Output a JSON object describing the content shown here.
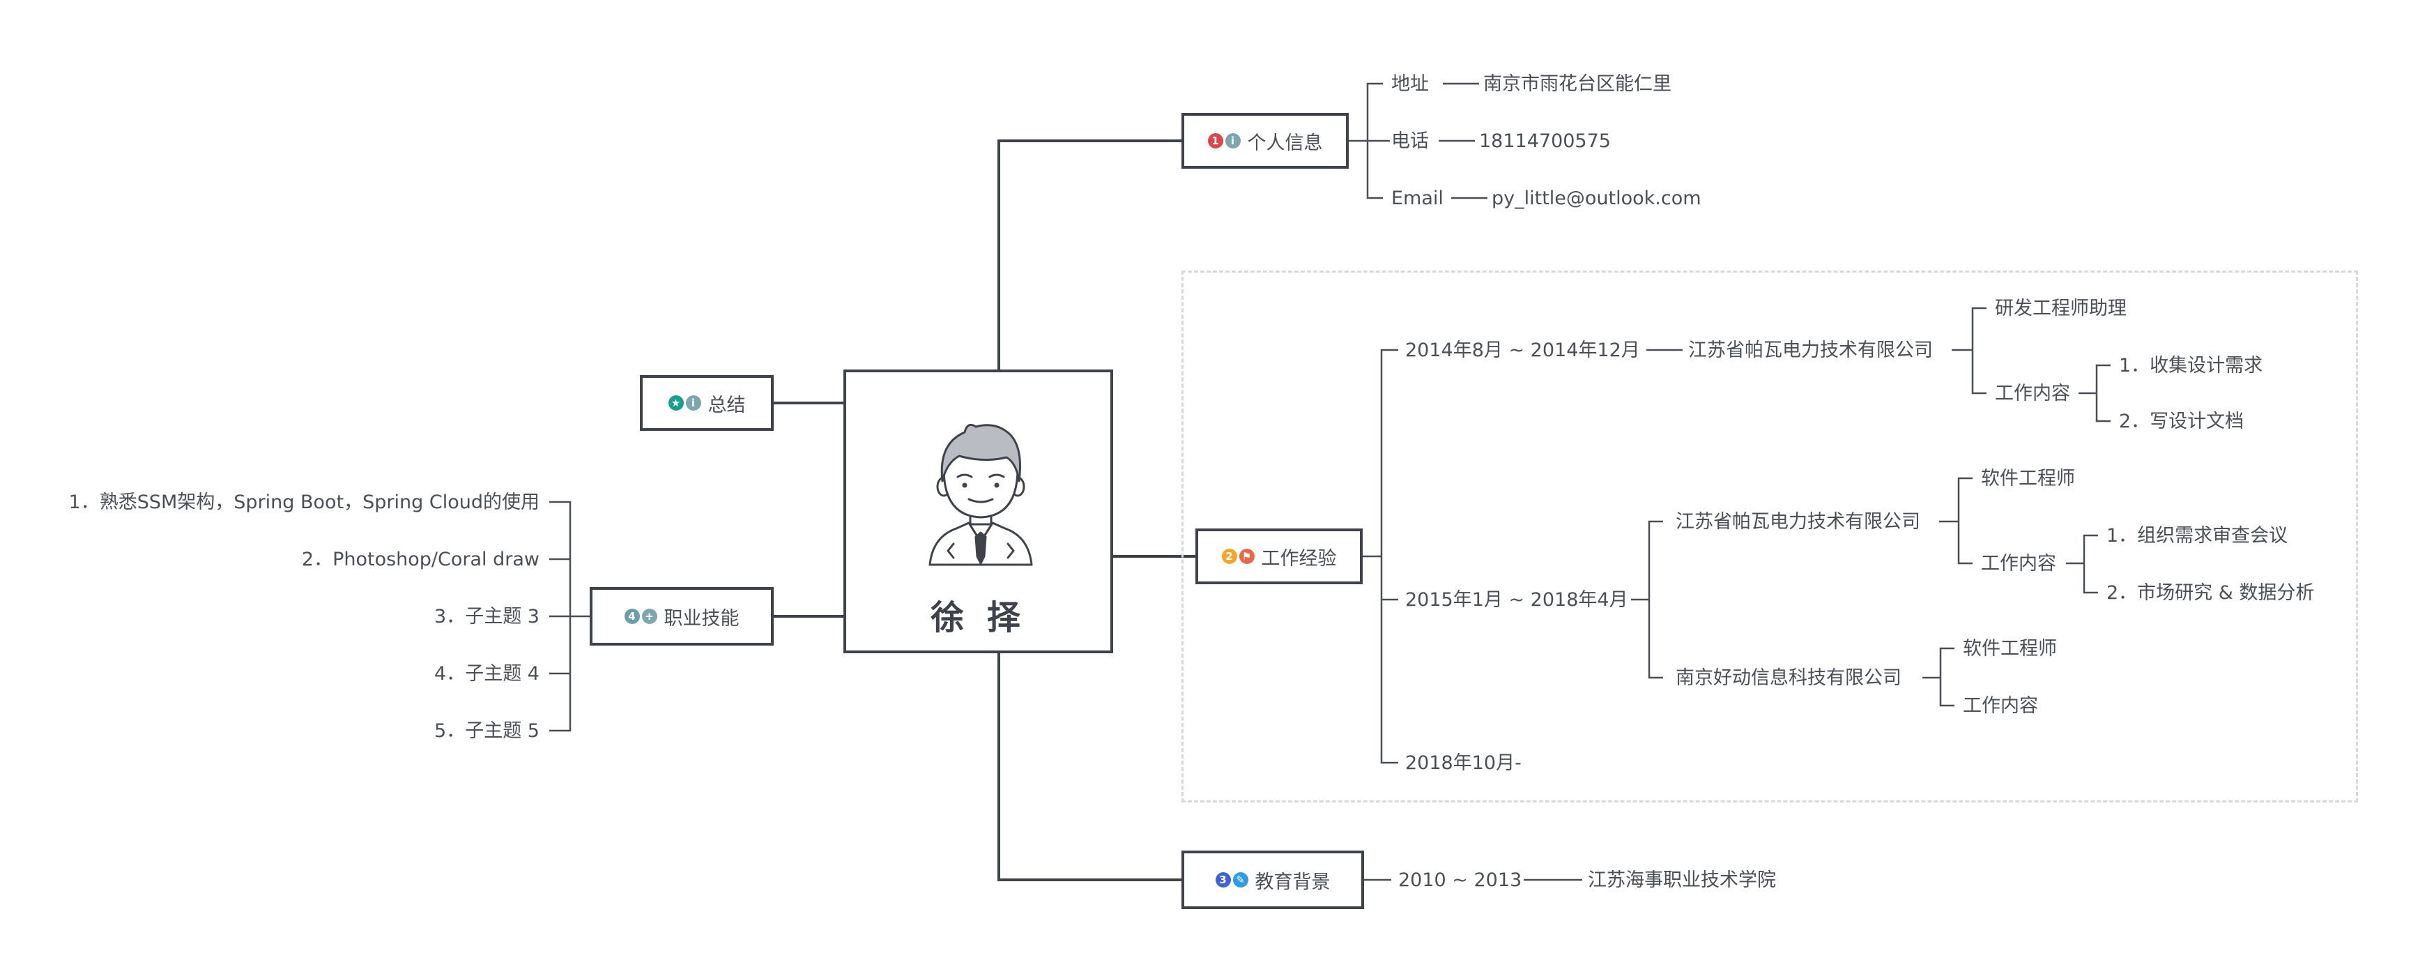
{
  "center": {
    "name": "徐 择"
  },
  "topics": {
    "personal": {
      "label": "个人信息",
      "badges": [
        {
          "icon": "number-1-icon",
          "glyph": "1",
          "color": "#e0454a"
        },
        {
          "icon": "info-icon",
          "glyph": "i",
          "color": "#7ea6b0"
        }
      ]
    },
    "work": {
      "label": "工作经验",
      "badges": [
        {
          "icon": "number-2-icon",
          "glyph": "2",
          "color": "#f4a62a"
        },
        {
          "icon": "flag-icon",
          "glyph": "⚑",
          "color": "#e8684a"
        }
      ]
    },
    "education": {
      "label": "教育背景",
      "badges": [
        {
          "icon": "number-3-icon",
          "glyph": "3",
          "color": "#3e63d8"
        },
        {
          "icon": "pencil-icon",
          "glyph": "✎",
          "color": "#2f9be0"
        }
      ]
    },
    "skills": {
      "label": "职业技能",
      "badges": [
        {
          "icon": "number-4-icon",
          "glyph": "4",
          "color": "#6d9ea8"
        },
        {
          "icon": "plus-icon",
          "glyph": "+",
          "color": "#7ea6b0"
        }
      ]
    },
    "summary": {
      "label": "总结",
      "badges": [
        {
          "icon": "star-icon",
          "glyph": "★",
          "color": "#1a9e8e"
        },
        {
          "icon": "info-icon",
          "glyph": "i",
          "color": "#7ea6b0"
        }
      ]
    }
  },
  "personal_info": {
    "address_key": "地址",
    "address_value": "南京市雨花台区能仁里",
    "phone_key": "电话",
    "phone_value": "18114700575",
    "email_key": "Email",
    "email_value": "py_little@outlook.com"
  },
  "work": {
    "period1": "2014年8月 ~ 2014年12月",
    "period1_company": "江苏省帕瓦电力技术有限公司",
    "period1_role": "研发工程师助理",
    "period1_content": "工作内容",
    "period1_items": [
      "1．收集设计需求",
      "2．写设计文档"
    ],
    "period2": "2015年1月 ~ 2018年4月",
    "period2_company1": "江苏省帕瓦电力技术有限公司",
    "period2_company1_role": "软件工程师",
    "period2_company1_content": "工作内容",
    "period2_company1_items": [
      "1．组织需求审查会议",
      "2．市场研究 & 数据分析"
    ],
    "period2_company2": "南京好动信息科技有限公司",
    "period2_company2_role": "软件工程师",
    "period2_company2_content": "工作内容",
    "period3": "2018年10月-"
  },
  "education": {
    "period": "2010 ~ 2013",
    "school": "江苏海事职业技术学院"
  },
  "skills": {
    "items": [
      "1．熟悉SSM架构，Spring Boot，Spring Cloud的使用",
      "2．Photoshop/Coral draw",
      "3．子主题 3",
      "4．子主题 4",
      "5．子主题 5"
    ]
  },
  "colors": {
    "line": "#3e434b",
    "thin_line": "#4a4f57",
    "text": "#4a4f57",
    "dashed": "#d6d9de"
  }
}
